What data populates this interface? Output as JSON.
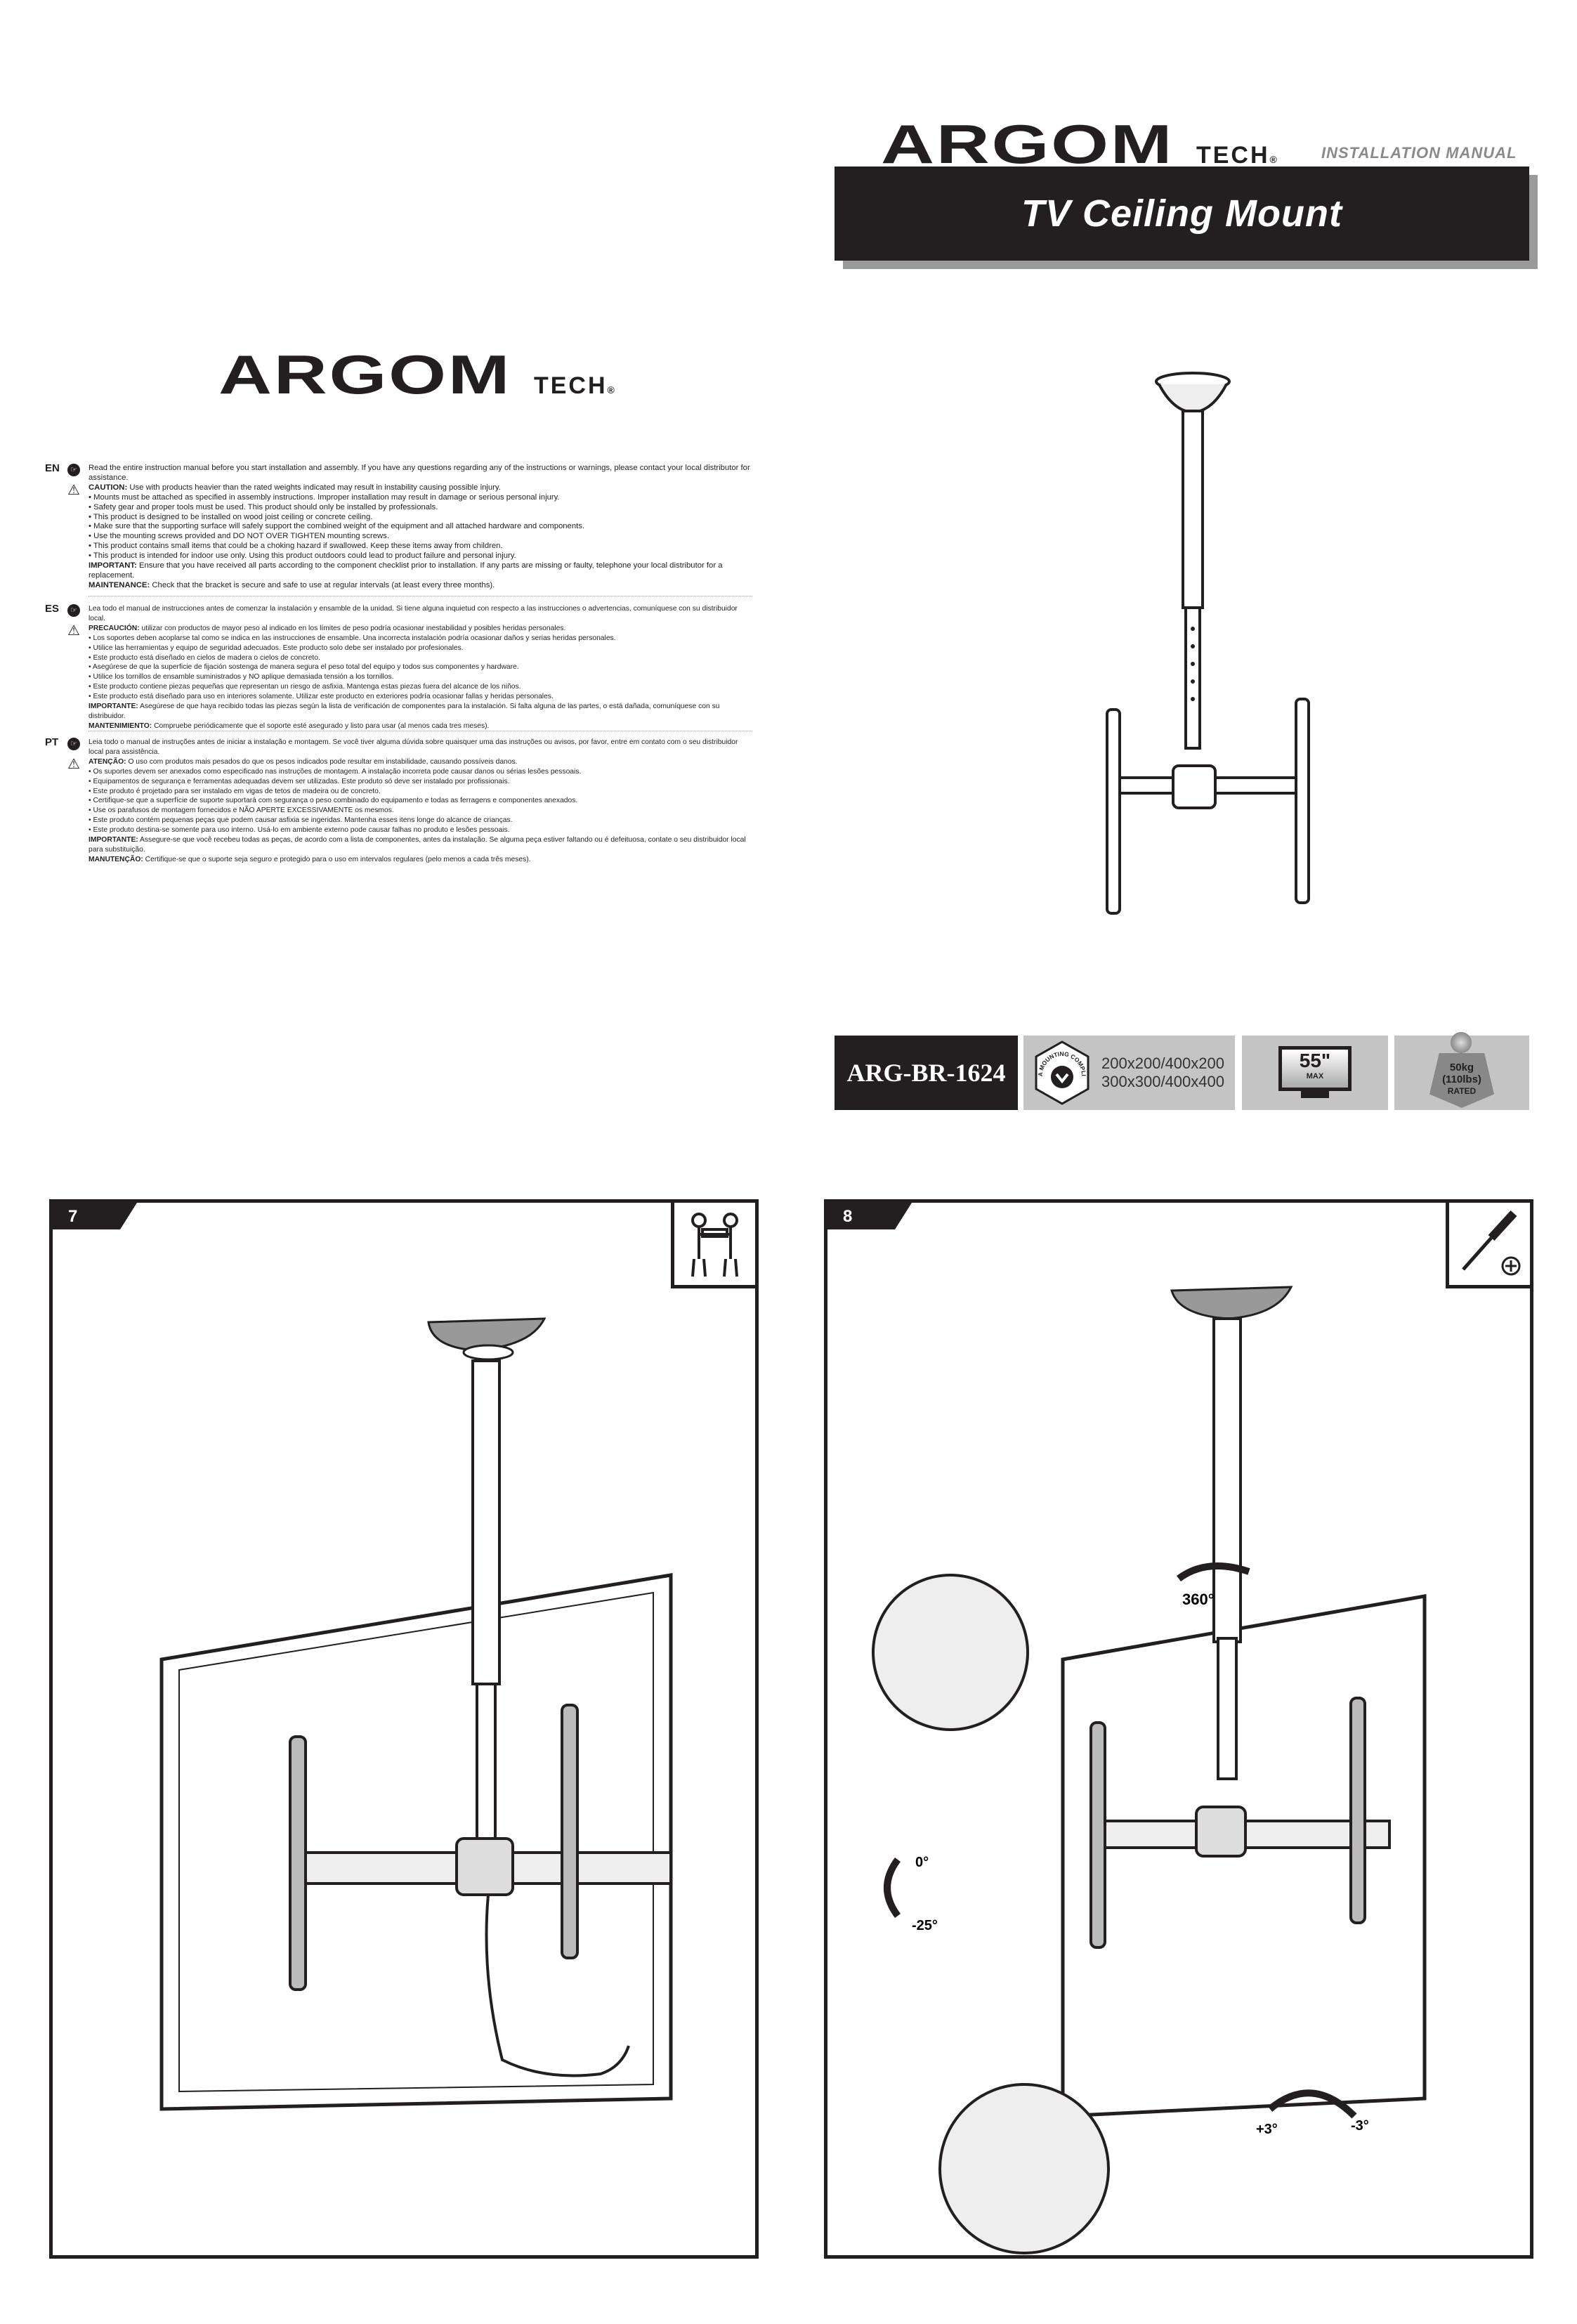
{
  "header": {
    "brand": "ARGOM",
    "brand_suffix": "TECH",
    "registered": "®",
    "doc_type": "INSTALLATION MANUAL",
    "title": "TV Ceiling Mount"
  },
  "brand_block": {
    "brand": "ARGOM",
    "brand_suffix": "TECH",
    "registered": "®"
  },
  "sections": [
    {
      "code": "EN",
      "paragraphs": [
        {
          "text": "Read the entire instruction manual before you start installation and assembly. If you have any questions regarding any of the instructions or warnings, please contact your local distributor for assistance."
        },
        {
          "label": "CAUTION:",
          "text": " Use with products heavier than the rated weights indicated may result in instability causing possible injury."
        },
        {
          "text": "• Mounts must be attached as specified in assembly instructions. Improper installation may result in damage or serious personal injury."
        },
        {
          "text": "• Safety gear and proper tools must be used. This product should only be installed by professionals."
        },
        {
          "text": "• This product is designed to be installed on wood joist ceiling or concrete ceiling."
        },
        {
          "text": "• Make sure that the supporting surface will safely support the combined weight of the equipment and all attached hardware and components."
        },
        {
          "text": "• Use the mounting screws provided and DO NOT OVER TIGHTEN mounting screws."
        },
        {
          "text": "• This product contains small items that could be a choking hazard if swallowed. Keep these items away from children."
        },
        {
          "text": "• This product is intended for indoor use only. Using this product outdoors could lead to product failure and personal injury."
        },
        {
          "label": "IMPORTANT:",
          "text": " Ensure that you have received all parts according to the component checklist prior to installation. If any parts are missing or faulty, telephone your local distributor for a replacement."
        },
        {
          "label": "MAINTENANCE:",
          "text": " Check that the bracket is secure and safe to use at regular intervals (at least every three months)."
        }
      ]
    },
    {
      "code": "ES",
      "paragraphs": [
        {
          "text": "Lea todo el manual de instrucciones antes de comenzar la instalación y ensamble de la unidad. Si tiene alguna inquietud con respecto a las instrucciones o advertencias, comuníquese con su distribuidor local."
        },
        {
          "label": "PRECAUCIÓN:",
          "text": " utilizar con productos de mayor peso al indicado en los límites de peso podría ocasionar inestabilidad y posibles heridas personales."
        },
        {
          "text": "• Los soportes deben acoplarse tal como se indica en las instrucciones de ensamble. Una incorrecta instalación podría ocasionar daños y serias heridas personales."
        },
        {
          "text": "• Utilice las herramientas y equipo de seguridad adecuados. Este producto solo debe ser instalado por profesionales."
        },
        {
          "text": "• Este producto está diseñado en cielos de madera o cielos de concreto."
        },
        {
          "text": "• Asegúrese de que la superficie de fijación sostenga de manera segura el peso total del equipo y todos sus componentes y hardware."
        },
        {
          "text": "• Utilice los tornillos de ensamble suministrados y NO aplique demasiada tensión a los tornillos."
        },
        {
          "text": "• Este producto contiene piezas pequeñas que representan un riesgo de asfixia. Mantenga estas piezas fuera del alcance de los niños."
        },
        {
          "text": "• Este producto está diseñado para uso en interiores solamente. Utilizar este producto en exteriores podría ocasionar fallas y heridas personales."
        },
        {
          "label": "IMPORTANTE:",
          "text": "  Asegúrese de que haya recibido todas las piezas según la lista de verificación de componentes para la instalación. Si falta alguna de las partes, o está dañada, comuníquese con su distribuidor."
        },
        {
          "label": "MANTENIMIENTO:",
          "text": " Compruebe periódicamente que el soporte esté asegurado y listo para usar (al menos cada tres meses)."
        }
      ]
    },
    {
      "code": "PT",
      "paragraphs": [
        {
          "text": "Leia todo o manual de instruções antes de iniciar a instalação e montagem. Se você tiver alguma dúvida sobre quaisquer uma das instruções ou avisos, por favor, entre em contato com o seu distribuidor local para assistência."
        },
        {
          "label": "ATENÇÃO:",
          "text": " O uso com produtos mais pesados do que os pesos indicados pode resultar em instabilidade, causando possíveis danos."
        },
        {
          "text": "• Os suportes devem ser anexados como especificado nas instruções de montagem. A instalação incorreta pode causar danos ou sérias lesões pessoais."
        },
        {
          "text": "• Equipamentos de segurança e ferramentas adequadas devem ser utilizadas. Este produto só deve ser instalado por profissionais."
        },
        {
          "text": "• Este produto é projetado para ser instalado em vigas de tetos de madeira ou de concreto."
        },
        {
          "text": "• Certifique-se que a superfície de suporte suportará com segurança o peso combinado do equipamento e todas as ferragens e componentes anexados."
        },
        {
          "text": "• Use os parafusos de montagem fornecidos e NÃO APERTE EXCESSIVAMENTE os mesmos."
        },
        {
          "text": "• Este produto contém pequenas peças que podem causar asfixia se ingeridas. Mantenha esses itens longe do alcance de crianças."
        },
        {
          "text": "• Este produto destina-se somente para uso interno. Usá-lo em ambiente externo pode causar falhas no produto e lesões pessoais."
        },
        {
          "label": "IMPORTANTE:",
          "text": " Assegure-se que você recebeu todas as peças, de acordo com a lista de componentes, antes da instalação. Se alguma peça estiver faltando ou é defeituosa, contate o seu distribuidor local para substituição."
        },
        {
          "label": "MANUTENÇÃO:",
          "text": " Certifique-se que o suporte seja seguro e protegido para o uso em intervalos regulares (pelo menos a cada três meses)."
        }
      ]
    }
  ],
  "specs": {
    "model": "ARG-BR-1624",
    "vesa_badge": "VESA MOUNTING COMPLIANT",
    "vesa_line1": "200x200/400x200",
    "vesa_line2": "300x300/400x400",
    "max_size": "55\"",
    "max_label": "MAX",
    "weight": "50kg",
    "weight_lbs": "(110lbs)",
    "weight_label": "RATED"
  },
  "steps": [
    {
      "number": "7"
    },
    {
      "number": "8",
      "rotation": "360°",
      "tilt_up": "0°",
      "tilt_down": "-25°",
      "swivel_plus": "+3°",
      "swivel_minus": "-3°"
    }
  ],
  "colors": {
    "dark": "#231f20",
    "spec_gray": "#c4c4c4",
    "manual_gray": "#8a8a8a"
  }
}
